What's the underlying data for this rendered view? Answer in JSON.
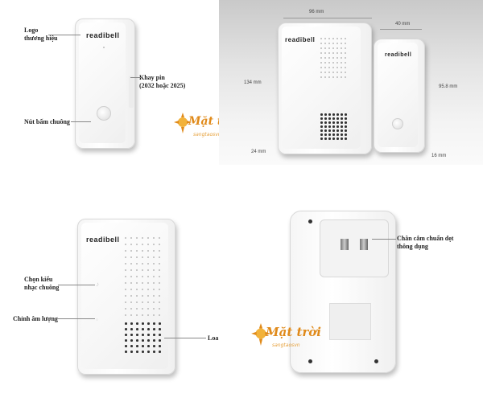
{
  "top_left": {
    "labels": {
      "logo": "Logo\nthương hiệu",
      "battery_tray": "Khay pin\n(2032 hoặc 2025)",
      "bell_button": "Nút bấm chuông"
    },
    "brand": "readibell"
  },
  "top_right": {
    "dimensions": {
      "receiver_width": "96 mm",
      "receiver_height": "134 mm",
      "receiver_depth": "24 mm",
      "transmitter_width": "40 mm",
      "transmitter_height": "95.8 mm",
      "transmitter_depth": "16 mm"
    },
    "brand": "readibell"
  },
  "bottom_left": {
    "labels": {
      "ringtone": "Chọn kiểu\nnhạc chuông",
      "volume": "Chỉnh âm lượng",
      "speaker": "Loa"
    },
    "brand": "readibell"
  },
  "bottom_right": {
    "labels": {
      "plug": "Chân cắm chuẩn dẹt\nthông dụng"
    }
  },
  "watermark": {
    "title": "Mặt trời",
    "subtitle": "sangtaosvn",
    "color": "#e08a1a"
  }
}
